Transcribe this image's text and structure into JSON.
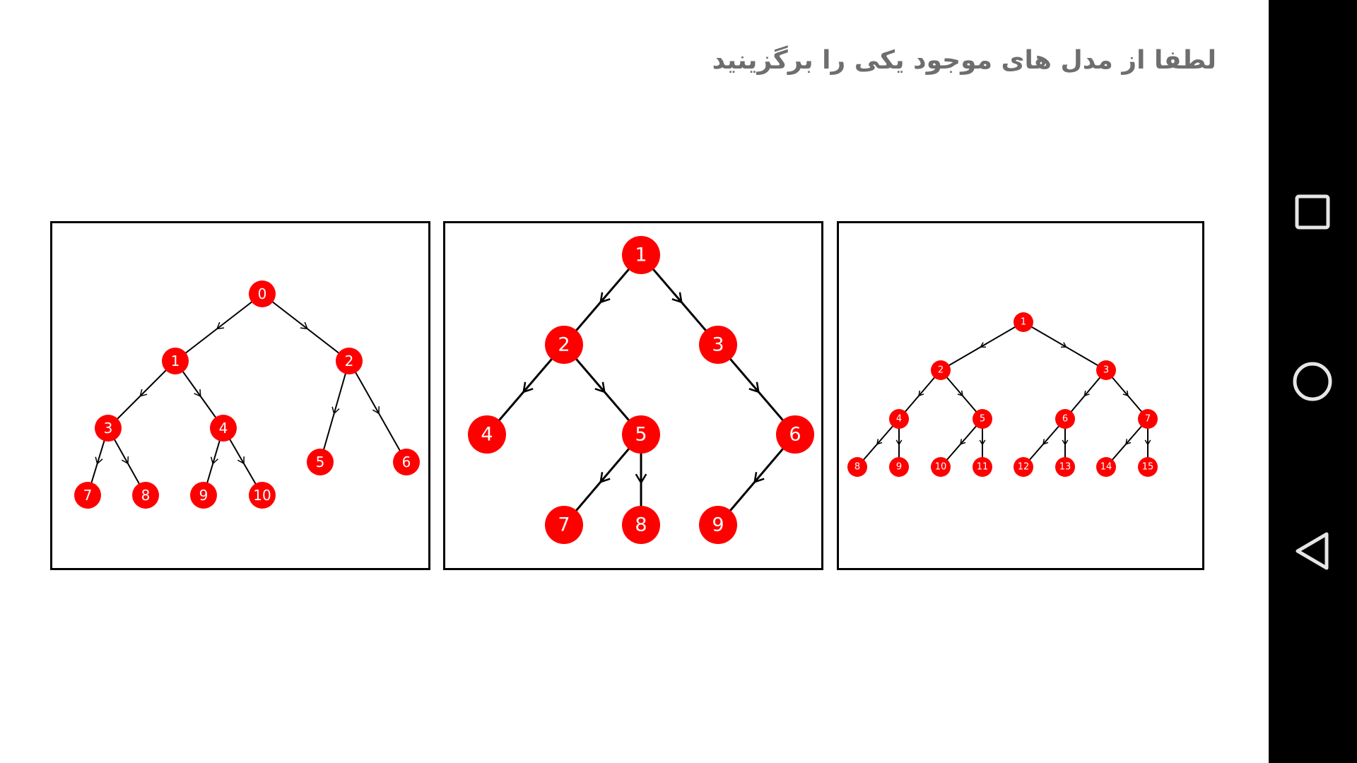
{
  "title": "لطفا از مدل های موجود یکی را برگزینید",
  "colors": {
    "node": "#ff0000",
    "node_text": "#ffffff",
    "edge": "#000000",
    "title": "#6e6e6e",
    "navbar": "#000000",
    "nav_icon": "#e6e6e6"
  },
  "models": [
    {
      "labels": [
        "0",
        "1",
        "2",
        "3",
        "4",
        "5",
        "6",
        "7",
        "8",
        "9",
        "10"
      ],
      "edges": [
        [
          "0",
          "1"
        ],
        [
          "0",
          "2"
        ],
        [
          "1",
          "3"
        ],
        [
          "1",
          "4"
        ],
        [
          "2",
          "5"
        ],
        [
          "2",
          "6"
        ],
        [
          "3",
          "7"
        ],
        [
          "3",
          "8"
        ],
        [
          "4",
          "9"
        ],
        [
          "4",
          "10"
        ]
      ]
    },
    {
      "labels": [
        "1",
        "2",
        "3",
        "4",
        "5",
        "6",
        "7",
        "8",
        "9"
      ],
      "edges": [
        [
          "1",
          "2"
        ],
        [
          "1",
          "3"
        ],
        [
          "2",
          "4"
        ],
        [
          "2",
          "5"
        ],
        [
          "3",
          "6"
        ],
        [
          "5",
          "7"
        ],
        [
          "5",
          "8"
        ],
        [
          "6",
          "9"
        ]
      ]
    },
    {
      "labels": [
        "1",
        "2",
        "3",
        "4",
        "5",
        "6",
        "7",
        "8",
        "9",
        "10",
        "11",
        "12",
        "13",
        "14",
        "15"
      ],
      "edges": [
        [
          "1",
          "2"
        ],
        [
          "1",
          "3"
        ],
        [
          "2",
          "4"
        ],
        [
          "2",
          "5"
        ],
        [
          "3",
          "6"
        ],
        [
          "3",
          "7"
        ],
        [
          "4",
          "8"
        ],
        [
          "4",
          "9"
        ],
        [
          "5",
          "10"
        ],
        [
          "5",
          "11"
        ],
        [
          "6",
          "12"
        ],
        [
          "6",
          "13"
        ],
        [
          "7",
          "14"
        ],
        [
          "7",
          "15"
        ]
      ]
    }
  ],
  "navigation": {
    "recents_icon": "square-icon",
    "home_icon": "circle-icon",
    "back_icon": "triangle-icon"
  }
}
